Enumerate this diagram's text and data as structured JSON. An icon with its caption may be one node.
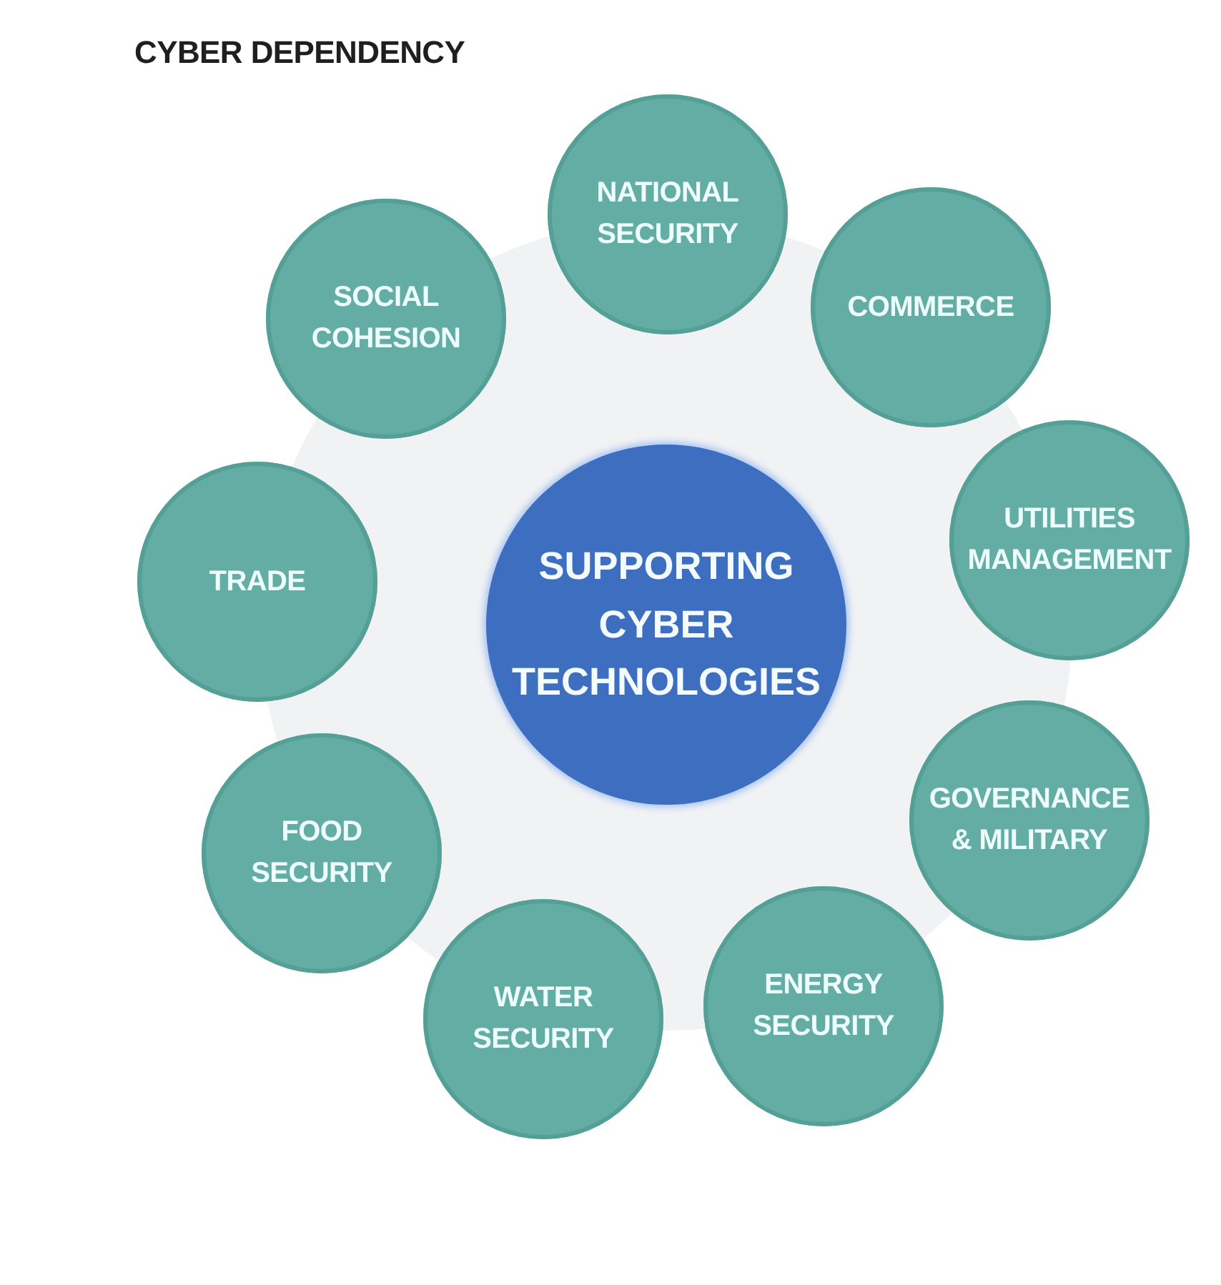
{
  "diagram": {
    "title": "CYBER DEPENDENCY",
    "nodes": [
      {
        "text": [
          "SUPPORTING CYBER TECHNOLOGIES"
        ]
      },
      {
        "text": [
          "NATIONAL SECURITY"
        ]
      },
      {
        "text": [
          "COMMERCE"
        ]
      },
      {
        "text": [
          "UTILITIES MANAGEMENT"
        ]
      },
      {
        "text": [
          "GOVERNANCE & MILITARY"
        ]
      },
      {
        "text": [
          "ENERGY SECURITY"
        ]
      },
      {
        "text": [
          "WATER SECURITY"
        ]
      },
      {
        "text": [
          "FOOD SECURITY"
        ]
      },
      {
        "text": [
          "TRADE"
        ]
      },
      {
        "text": [
          "SOCIAL COHESION"
        ]
      }
    ]
  }
}
